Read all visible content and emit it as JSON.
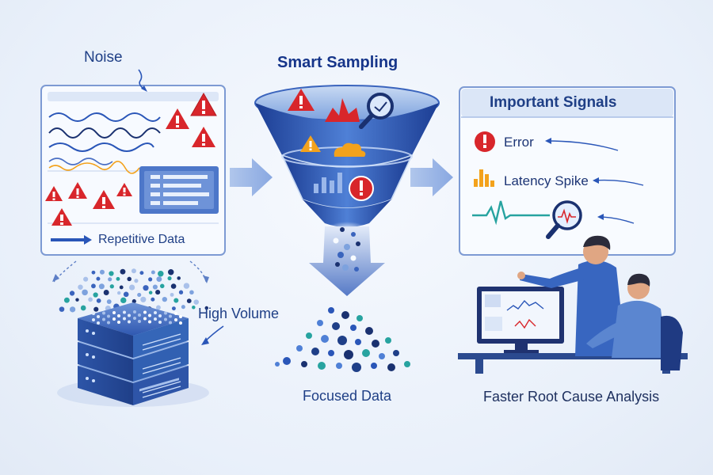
{
  "labels": {
    "noise": "Noise",
    "smart_sampling": "Smart Sampling",
    "high_volume": "High Volume",
    "focused_data": "Focused Data",
    "faster_rca": "Faster Root Cause Analysis",
    "repetitive_data": "Repetitive Data"
  },
  "signals_panel": {
    "title": "Important Signals",
    "items": [
      {
        "label": "Error",
        "icon": "error-icon"
      },
      {
        "label": "Latency Spike",
        "icon": "bar-chart-icon"
      },
      {
        "label": "",
        "icon": "heartbeat-magnifier-icon"
      }
    ]
  },
  "colors": {
    "primary_blue": "#2a56b8",
    "dark_navy": "#1a3170",
    "alert_red": "#d8262b",
    "warning_orange": "#f3a21c",
    "panel_bg": "#f8fbff",
    "teal": "#27a3a0"
  }
}
